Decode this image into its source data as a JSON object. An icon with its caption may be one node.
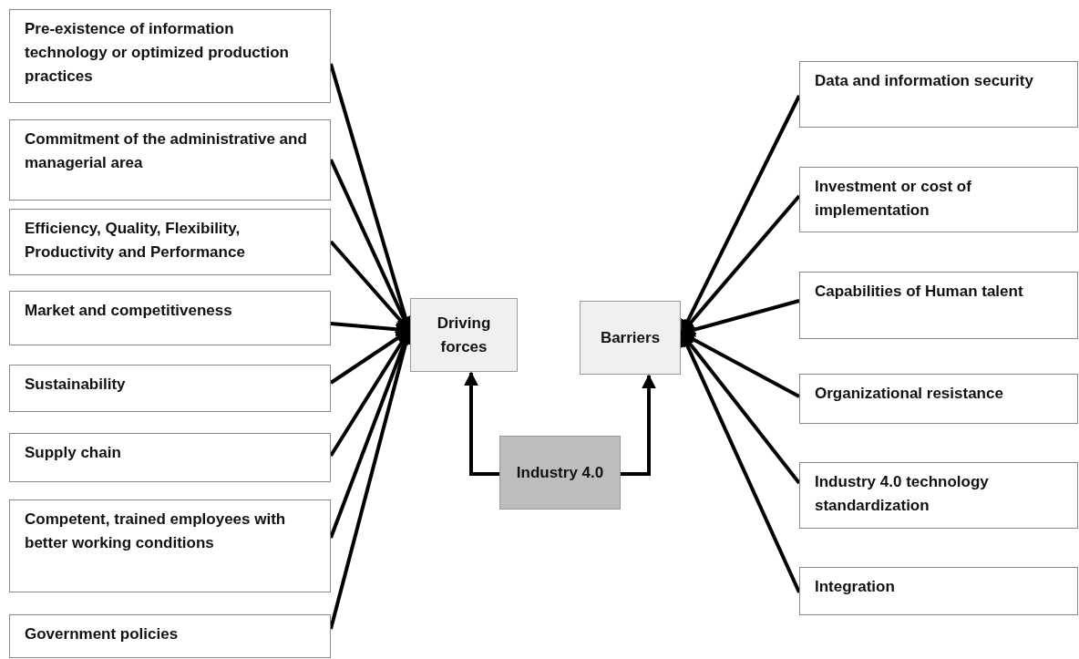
{
  "diagram": {
    "nodes": [
      {
        "text": [
          "Pre-existence of information technology or optimized production practices"
        ]
      },
      {
        "text": [
          "Commitment of the administrative and managerial area"
        ]
      },
      {
        "text": [
          "Efficiency, Quality, Flexibility, Productivity and Performance"
        ]
      },
      {
        "text": [
          "Market and competitiveness"
        ]
      },
      {
        "text": [
          "Sustainability"
        ]
      },
      {
        "text": [
          "Supply chain"
        ]
      },
      {
        "text": [
          "Competent, trained employees with better working conditions"
        ]
      },
      {
        "text": [
          "Government policies"
        ]
      },
      {
        "text": [
          "Driving forces"
        ]
      },
      {
        "text": [
          "Barriers"
        ]
      },
      {
        "text": [
          "Industry 4.0"
        ]
      },
      {
        "text": [
          "Data and information security"
        ]
      },
      {
        "text": [
          "Investment or cost of implementation"
        ]
      },
      {
        "text": [
          "Capabilities of Human talent"
        ]
      },
      {
        "text": [
          "Organizational resistance"
        ]
      },
      {
        "text": [
          "Industry 4.0 technology standardization"
        ]
      },
      {
        "text": [
          "Integration"
        ]
      }
    ],
    "edges": [
      {
        "from": 0,
        "to": 8,
        "arrow": "to"
      },
      {
        "from": 1,
        "to": 8,
        "arrow": "to"
      },
      {
        "from": 2,
        "to": 8,
        "arrow": "to"
      },
      {
        "from": 3,
        "to": 8,
        "arrow": "to"
      },
      {
        "from": 4,
        "to": 8,
        "arrow": "to"
      },
      {
        "from": 5,
        "to": 8,
        "arrow": "to"
      },
      {
        "from": 6,
        "to": 8,
        "arrow": "to"
      },
      {
        "from": 7,
        "to": 8,
        "arrow": "to"
      },
      {
        "from": 10,
        "to": 8,
        "arrow": "to"
      },
      {
        "from": 10,
        "to": 9,
        "arrow": "to"
      },
      {
        "from": 11,
        "to": 9,
        "arrow": "to"
      },
      {
        "from": 12,
        "to": 9,
        "arrow": "to"
      },
      {
        "from": 13,
        "to": 9,
        "arrow": "to"
      },
      {
        "from": 14,
        "to": 9,
        "arrow": "to"
      },
      {
        "from": 15,
        "to": 9,
        "arrow": "to"
      },
      {
        "from": 16,
        "to": 9,
        "arrow": "to"
      }
    ]
  }
}
